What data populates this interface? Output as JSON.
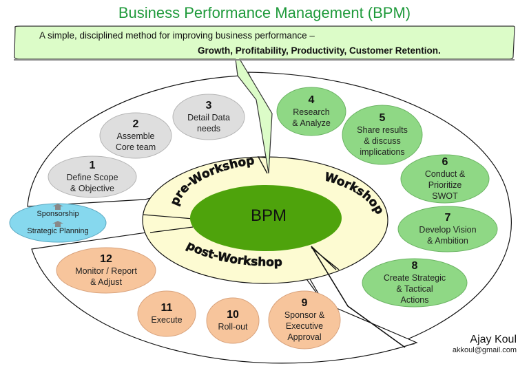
{
  "title": "Business Performance Management (BPM)",
  "banner": {
    "line1": "A simple, disciplined method for improving business performance –",
    "line2": "Growth, Profitability, Productivity, Customer Retention."
  },
  "center": {
    "label": "BPM"
  },
  "phases": {
    "pre": "pre-Workshop",
    "workshop": "Workshop",
    "post": "post-Workshop"
  },
  "sidebar": {
    "top": "Sponsorship",
    "bottom": "Strategic Planning"
  },
  "steps": [
    {
      "num": "1",
      "lines": [
        "Define Scope",
        "& Objective"
      ],
      "phase": "pre"
    },
    {
      "num": "2",
      "lines": [
        "Assemble",
        "Core team"
      ],
      "phase": "pre"
    },
    {
      "num": "3",
      "lines": [
        "Detail Data",
        "needs"
      ],
      "phase": "pre"
    },
    {
      "num": "4",
      "lines": [
        "Research",
        "& Analyze"
      ],
      "phase": "workshop"
    },
    {
      "num": "5",
      "lines": [
        "Share results",
        "& discuss",
        "implications"
      ],
      "phase": "workshop"
    },
    {
      "num": "6",
      "lines": [
        "Conduct &",
        "Prioritize",
        "SWOT"
      ],
      "phase": "workshop"
    },
    {
      "num": "7",
      "lines": [
        "Develop Vision",
        "& Ambition"
      ],
      "phase": "workshop"
    },
    {
      "num": "8",
      "lines": [
        "Create Strategic",
        "& Tactical",
        "Actions"
      ],
      "phase": "workshop"
    },
    {
      "num": "9",
      "lines": [
        "Sponsor &",
        "Executive",
        "Approval"
      ],
      "phase": "post"
    },
    {
      "num": "10",
      "lines": [
        "Roll-out"
      ],
      "phase": "post"
    },
    {
      "num": "11",
      "lines": [
        "Execute"
      ],
      "phase": "post"
    },
    {
      "num": "12",
      "lines": [
        "Monitor / Report",
        "& Adjust"
      ],
      "phase": "post"
    }
  ],
  "colors": {
    "title": "#1f9a3b",
    "banner_fill": "#dcfcc8",
    "pre_fill": "#dedede",
    "workshop_fill": "#8fd885",
    "post_fill": "#f7c59c",
    "ring_fill": "#fdfbd2",
    "center_fill": "#4ea30c",
    "sidebar_fill": "#86d8ee"
  },
  "author": {
    "name": "Ajay Koul",
    "email": "akkoul@gmail.com"
  }
}
